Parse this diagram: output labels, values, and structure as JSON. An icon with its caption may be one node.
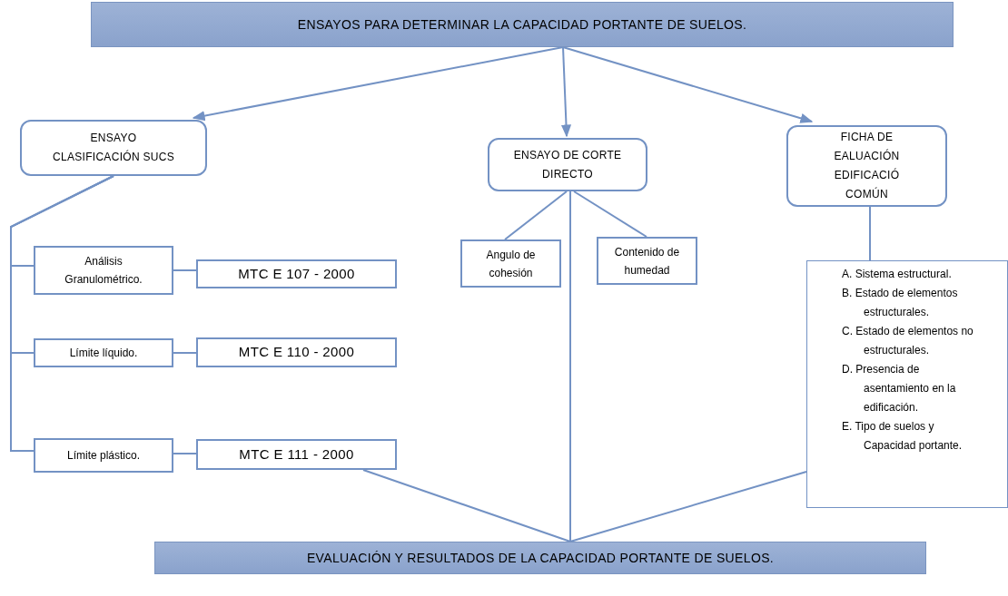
{
  "diagram": {
    "nodes": [
      {
        "text": [
          "ENSAYOS PARA DETERMINAR LA CAPACIDAD PORTANTE DE SUELOS."
        ]
      },
      {
        "text": [
          "ENSAYO CLASIFICACIÓN SUCS"
        ]
      },
      {
        "text": [
          "ENSAYO DE CORTE DIRECTO"
        ]
      },
      {
        "text": [
          "FICHA DE EALUACIÓN EDIFICACIÓ COMÚN"
        ]
      },
      {
        "text": [
          "Análisis Granulométrico."
        ]
      },
      {
        "text": [
          "MTC E 107 - 2000"
        ]
      },
      {
        "text": [
          "Límite líquido."
        ]
      },
      {
        "text": [
          "MTC E 110 - 2000"
        ]
      },
      {
        "text": [
          "Límite plástico."
        ]
      },
      {
        "text": [
          "MTC E 111 - 2000"
        ]
      },
      {
        "text": [
          "Angulo de cohesión"
        ]
      },
      {
        "text": [
          "Contenido de humedad"
        ]
      },
      {
        "text": [
          "A. Sistema estructural.",
          "B. Estado de elementos estructurales.",
          "C. Estado de elementos no estructurales.",
          "D. Presencia de asentamiento en la edificación.",
          "E. Tipo de suelos y Capacidad portante."
        ]
      },
      {
        "text": [
          "EVALUACIÓN Y RESULTADOS DE LA CAPACIDAD PORTANTE DE SUELOS."
        ]
      }
    ],
    "edges": [
      {
        "from": 0,
        "to": 1,
        "arrow": "to"
      },
      {
        "from": 0,
        "to": 2,
        "arrow": "to"
      },
      {
        "from": 0,
        "to": 3,
        "arrow": "to"
      },
      {
        "from": 1,
        "to": 4,
        "arrow": "none"
      },
      {
        "from": 1,
        "to": 6,
        "arrow": "none"
      },
      {
        "from": 1,
        "to": 8,
        "arrow": "none"
      },
      {
        "from": 4,
        "to": 5,
        "arrow": "none"
      },
      {
        "from": 6,
        "to": 7,
        "arrow": "none"
      },
      {
        "from": 8,
        "to": 9,
        "arrow": "none"
      },
      {
        "from": 2,
        "to": 10,
        "arrow": "none"
      },
      {
        "from": 2,
        "to": 11,
        "arrow": "none"
      },
      {
        "from": 3,
        "to": 12,
        "arrow": "none"
      },
      {
        "from": 9,
        "to": 13,
        "arrow": "none"
      },
      {
        "from": 2,
        "to": 13,
        "arrow": "none"
      },
      {
        "from": 12,
        "to": 13,
        "arrow": "none"
      }
    ]
  }
}
